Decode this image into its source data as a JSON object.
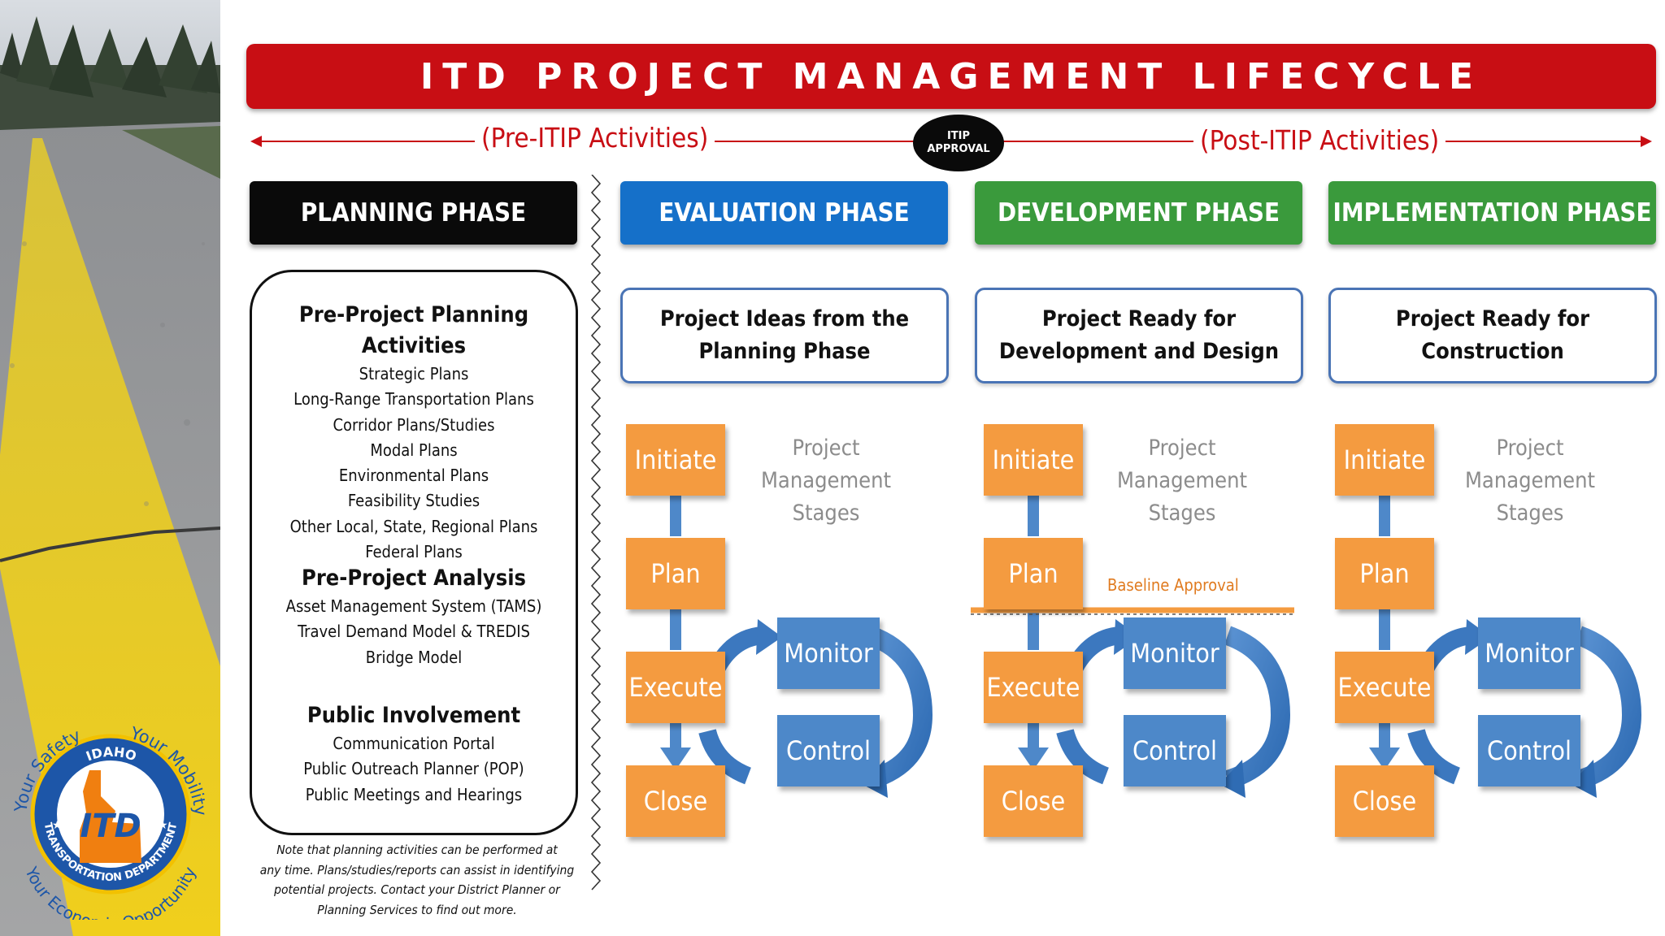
{
  "title": "ITD PROJECT MANAGEMENT LIFECYCLE",
  "pre_itip_label": "(Pre-ITIP Activities)",
  "post_itip_label": "(Post-ITIP Activities)",
  "itip_badge": {
    "line1": "ITIP",
    "line2": "APPROVAL"
  },
  "colors": {
    "title_red": "#c80e14",
    "planning": "#0a0a0a",
    "evaluation": "#1570c9",
    "development": "#3a9a3c",
    "implementation": "#3a9a3c",
    "stage_orange": "#f49b3f",
    "stage_blue": "#4e88c9"
  },
  "phases": {
    "planning": {
      "label": "PLANNING PHASE"
    },
    "evaluation": {
      "label": "EVALUATION PHASE",
      "description": [
        "Project Ideas from the",
        "Planning Phase"
      ]
    },
    "development": {
      "label": "DEVELOPMENT PHASE",
      "description": [
        "Project Ready for",
        "Development and Design"
      ]
    },
    "implementation": {
      "label": "IMPLEMENTATION PHASE",
      "description": [
        "Project Ready for",
        "Construction"
      ]
    }
  },
  "planning_box": {
    "groups": [
      {
        "heading": "Pre-Project Planning Activities",
        "items": [
          "Strategic Plans",
          "Long-Range Transportation Plans",
          "Corridor Plans/Studies",
          "Modal Plans",
          "Environmental Plans",
          "Feasibility Studies",
          "Other Local, State, Regional Plans",
          "Federal Plans"
        ]
      },
      {
        "heading": "Pre-Project Analysis",
        "items": [
          "Asset Management System (TAMS)",
          "Travel Demand Model & TREDIS",
          "Bridge Model"
        ]
      },
      {
        "heading": "Public Involvement",
        "items": [
          "Communication Portal",
          "Public Outreach Planner (POP)",
          "Public Meetings and Hearings"
        ]
      }
    ]
  },
  "planning_note": [
    "Note that planning activities can  be performed  at",
    "any time.  Plans/studies/reports can assist in identifying",
    "potential projects. Contact your District Planner or",
    "Planning Services to find out more."
  ],
  "stages": {
    "initiate": "Initiate",
    "plan": "Plan",
    "execute": "Execute",
    "close": "Close",
    "monitor": "Monitor",
    "control": "Control",
    "pm_stages_label": [
      "Project",
      "Management",
      "Stages"
    ],
    "baseline_approval": "Baseline Approval"
  },
  "logo": {
    "state": "IDAHO",
    "department": "TRANSPORTATION DEPARTMENT",
    "monogram": "ITD",
    "slogan_1": "Your Safety",
    "slogan_2": "Your Mobility",
    "slogan_3": "Your Economic Opportunity"
  }
}
